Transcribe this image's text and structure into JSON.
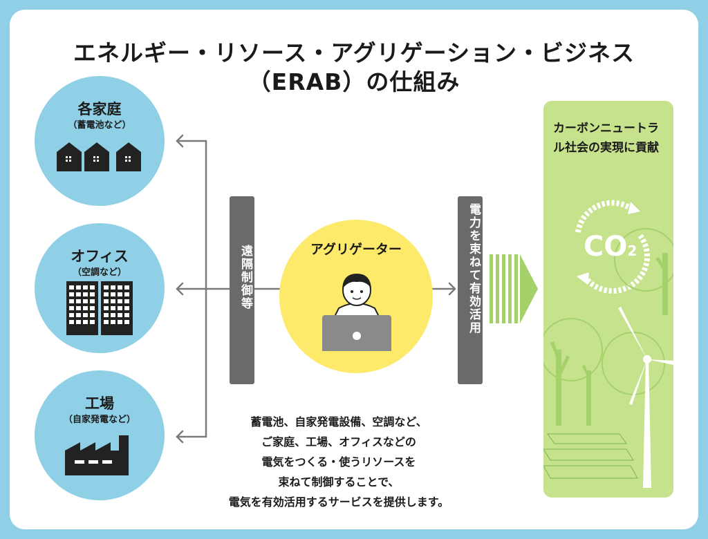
{
  "title": {
    "line1": "エネルギー・リソース・アグリゲーション・ビジネス",
    "line2": "（ERAB）の仕組み"
  },
  "resources": [
    {
      "title": "各家庭",
      "subtitle": "（蓄電池など）",
      "icon": "houses-icon"
    },
    {
      "title": "オフィス",
      "subtitle": "（空調など）",
      "icon": "office-building-icon"
    },
    {
      "title": "工場",
      "subtitle": "（自家発電など）",
      "icon": "factory-icon"
    }
  ],
  "left_bar": {
    "label": "遠隔制御等"
  },
  "aggregator": {
    "label": "アグリゲーター",
    "icon": "person-with-laptop-icon"
  },
  "right_bar": {
    "label": "電力を束ねて有効活用"
  },
  "goal": {
    "text": "カーボンニュートラル社会の実現に貢献",
    "co2_label": "CO",
    "co2_sub": "2"
  },
  "caption": [
    "蓄電池、自家発電設備、空調など、",
    "ご家庭、工場、オフィスなどの",
    "電気をつくる・使うリソースを",
    "束ねて制御することで、",
    "電気を有効活用するサービスを提供します。"
  ],
  "colors": {
    "background": "#8fd0e6",
    "card": "#ffffff",
    "resource_circle": "#8fd0e6",
    "aggregator_circle": "#fde96a",
    "bar": "#6a6a6a",
    "goal_panel": "#c6e28d",
    "goal_accent": "#a5d16a",
    "arrow": "#7a7a7a"
  }
}
